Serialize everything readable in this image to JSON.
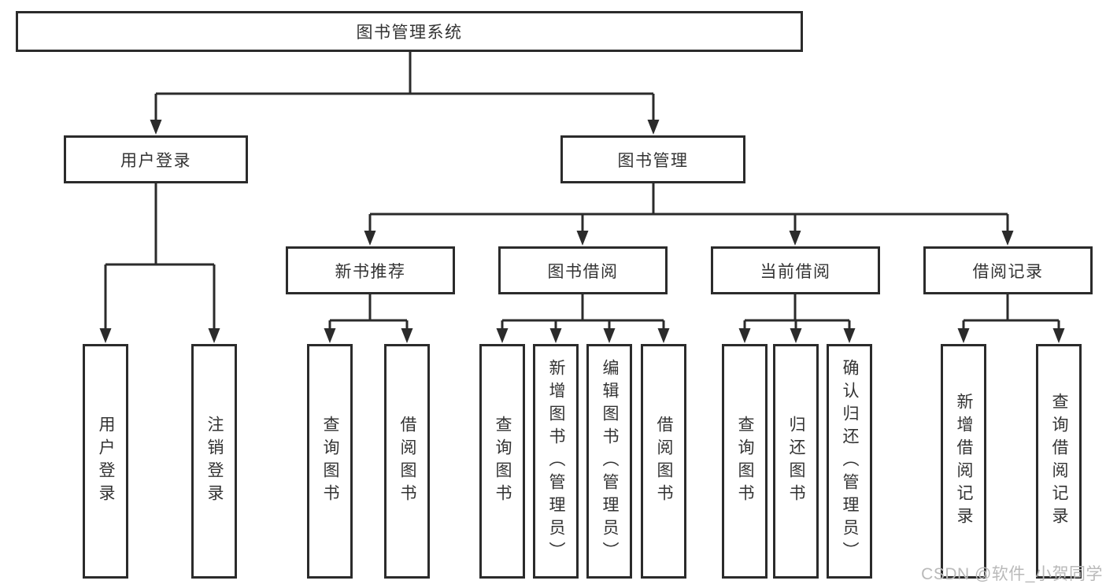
{
  "diagram": {
    "root": {
      "label": "图书管理系统"
    },
    "branches": [
      {
        "label": "用户登录",
        "children": [
          {
            "label": "用户登录"
          },
          {
            "label": "注销登录"
          }
        ]
      },
      {
        "label": "图书管理",
        "children": [
          {
            "label": "新书推荐",
            "children": [
              {
                "label": "查询图书"
              },
              {
                "label": "借阅图书"
              }
            ]
          },
          {
            "label": "图书借阅",
            "children": [
              {
                "label": "查询图书"
              },
              {
                "label": "新增图书（管理员）"
              },
              {
                "label": "编辑图书（管理员）"
              },
              {
                "label": "借阅图书"
              }
            ]
          },
          {
            "label": "当前借阅",
            "children": [
              {
                "label": "查询图书"
              },
              {
                "label": "归还图书"
              },
              {
                "label": "确认归还（管理员）"
              }
            ]
          },
          {
            "label": "借阅记录",
            "children": [
              {
                "label": "新增借阅记录"
              },
              {
                "label": "查询借阅记录"
              }
            ]
          }
        ]
      }
    ]
  },
  "watermark": {
    "text": "CSDN @软件_小贺同学"
  },
  "colors": {
    "line": "#2b2b2b",
    "text": "#333333",
    "watermark": "#b9b9b9",
    "background": "#ffffff"
  }
}
